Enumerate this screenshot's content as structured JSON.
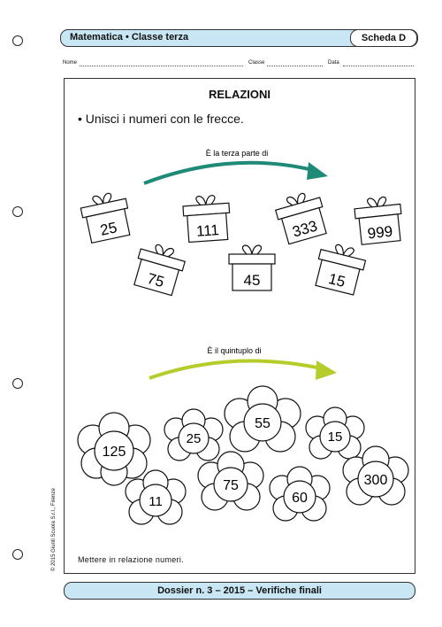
{
  "header": {
    "subject": "Matematica • Classe terza",
    "tag": "Scheda D"
  },
  "fields": {
    "name": "Nome",
    "class": "Classe",
    "date": "Data"
  },
  "title": "RELAZIONI",
  "instruction": "Unisci i numeri con le frecce.",
  "relation1": {
    "label": "È la terza parte di",
    "color": "#1f8a78"
  },
  "relation2": {
    "label": "È il quintuplo di",
    "color": "#b5cc2a"
  },
  "gifts": [
    "25",
    "111",
    "333",
    "999",
    "75",
    "45",
    "15"
  ],
  "flowers": [
    "125",
    "25",
    "55",
    "15",
    "11",
    "75",
    "60",
    "300"
  ],
  "bottom_note": "Mettere in relazione numeri.",
  "footer": "Dossier n. 3 – 2015 – Verifiche finali",
  "copyright": "© 2015 Giunti Scuola S.r.l., Firenze"
}
